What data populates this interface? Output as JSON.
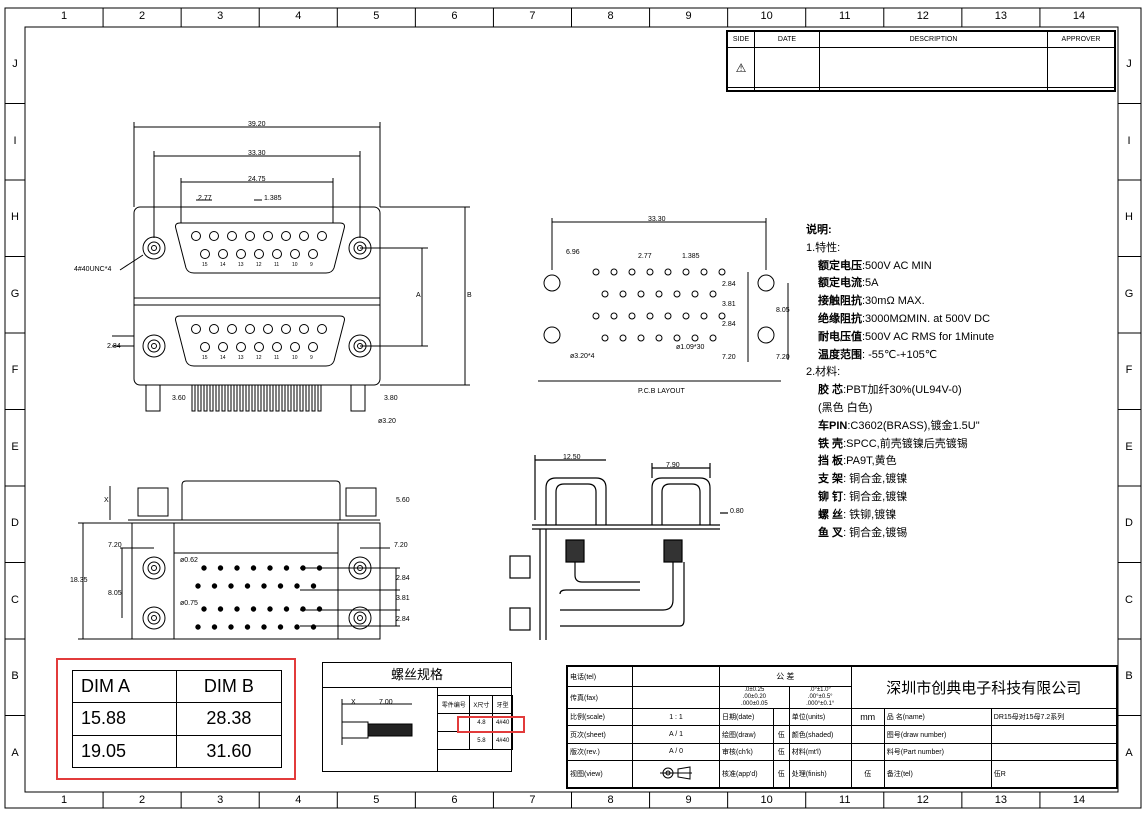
{
  "grid": {
    "columns": [
      "1",
      "2",
      "3",
      "4",
      "5",
      "6",
      "7",
      "8",
      "9",
      "10",
      "11",
      "12",
      "13",
      "14"
    ],
    "rows": [
      "J",
      "I",
      "H",
      "G",
      "F",
      "E",
      "D",
      "C",
      "B",
      "A"
    ]
  },
  "revision": {
    "headers": [
      "SIDE",
      "DATE",
      "DESCRIPTION",
      "APPROVER"
    ],
    "symbol": "⚠"
  },
  "top_view": {
    "dims": [
      "39.20",
      "33.30",
      "24.75",
      "2.77",
      "1.385",
      "A",
      "B",
      "2.84",
      "3.60",
      "3.80",
      "ø3.20"
    ],
    "label_thread": "4#40UNC*4",
    "pins_top": [
      "15",
      "14",
      "13",
      "12",
      "11",
      "10",
      "9"
    ],
    "pins_bottom": [
      "15",
      "14",
      "13",
      "12",
      "11",
      "10",
      "9"
    ]
  },
  "pcb": {
    "dims": [
      "33.30",
      "6.96",
      "2.77",
      "1.385",
      "2.84",
      "3.81",
      "8.05",
      "2.84",
      "7.20",
      "7.20",
      "ø3.20*4",
      "ø1.09*30"
    ],
    "caption": "P.C.B LAYOUT"
  },
  "notes": {
    "title": "说明:",
    "s1": "1.特性:",
    "lines1": [
      {
        "k": "额定电压",
        "v": ":500V AC MIN"
      },
      {
        "k": "额定电流",
        "v": ":5A"
      },
      {
        "k": "接触阻抗",
        "v": ":30mΩ MAX."
      },
      {
        "k": "绝缘阻抗",
        "v": ":3000MΩMIN. at 500V DC"
      },
      {
        "k": "耐电压值",
        "v": ":500V AC RMS for 1Minute"
      },
      {
        "k": "温度范围",
        "v": ": -55℃-+105℃"
      }
    ],
    "s2": "2.材料:",
    "lines2": [
      {
        "k": "胶 芯",
        "v": ":PBT加纤30%(UL94V-0)"
      },
      {
        "k": "",
        "v": "(黑色 白色)"
      },
      {
        "k": "车PIN",
        "v": ":C3602(BRASS),镀金1.5U\""
      },
      {
        "k": "铁 壳",
        "v": ":SPCC,前壳镀镍后壳镀锡"
      },
      {
        "k": "挡 板",
        "v": ":PA9T,黄色"
      },
      {
        "k": "支 架",
        "v": ": 铜合金,镀镍"
      },
      {
        "k": "铆 钉",
        "v": ": 铜合金,镀镍"
      },
      {
        "k": "螺 丝",
        "v": ": 铁铆,镀镍"
      },
      {
        "k": "鱼 叉",
        "v": ": 铜合金,镀锡"
      }
    ]
  },
  "side_view": {
    "dims": [
      "X",
      "5.60",
      "7.20",
      "7.20",
      "ø0.62",
      "2.84",
      "18.35",
      "8.05",
      "3.81",
      "ø0.75",
      "2.84"
    ]
  },
  "right_view": {
    "dims": [
      "12.50",
      "7.90",
      "0.80"
    ]
  },
  "dim_table": {
    "headers": [
      "DIM A",
      "DIM B"
    ],
    "rows": [
      [
        "15.88",
        "28.38"
      ],
      [
        "19.05",
        "31.60"
      ]
    ]
  },
  "screw_spec": {
    "title": "螺丝规格",
    "dims": [
      "X",
      "7.00"
    ],
    "headers": [
      "零件编号",
      "X尺寸",
      "牙型"
    ],
    "rows": [
      [
        "",
        "4.8",
        "4#40"
      ],
      [
        "",
        "5.8",
        "4#40"
      ]
    ]
  },
  "title_block": {
    "tel": "电话(tel)",
    "fax": "传真(fax)",
    "tolerance": "公 差",
    "tol_a": [
      ".0±0.25",
      ".00±0.20",
      ".000±0.05"
    ],
    "tol_b": [
      ".0°±1.0°",
      ".00°±0.5°",
      ".000°±0.1°"
    ],
    "company": "深圳市创典电子科技有限公司",
    "scale_l": "比例(scale)",
    "scale_v": "1 : 1",
    "date_l": "日期(date)",
    "units_l": "单位(units)",
    "units_v": "mm",
    "name_l": "品 名(name)",
    "name_v": "DR15母对15母7.2系列",
    "sheet_l": "页次(sheet)",
    "sheet_v": "A / 1",
    "draw_l": "绘图(draw)",
    "draw_v": "伍",
    "shaded_l": "颜色(shaded)",
    "drawnum_l": "图号(draw number)",
    "rev_l": "版次(rev.)",
    "rev_v": "A / 0",
    "chk_l": "审核(ch'k)",
    "chk_v": "伍",
    "mtl_l": "材料(mt'l)",
    "part_l": "料号(Part number)",
    "view_l": "视图(view)",
    "appd_l": "核准(app'd)",
    "appd_v": "伍",
    "finish_l": "处理(finish)",
    "finish_v": "伍",
    "tel2_l": "备注(tel)",
    "tel2_v": "伍R"
  },
  "colors": {
    "highlight": "#e23b3b",
    "line": "#000000"
  }
}
